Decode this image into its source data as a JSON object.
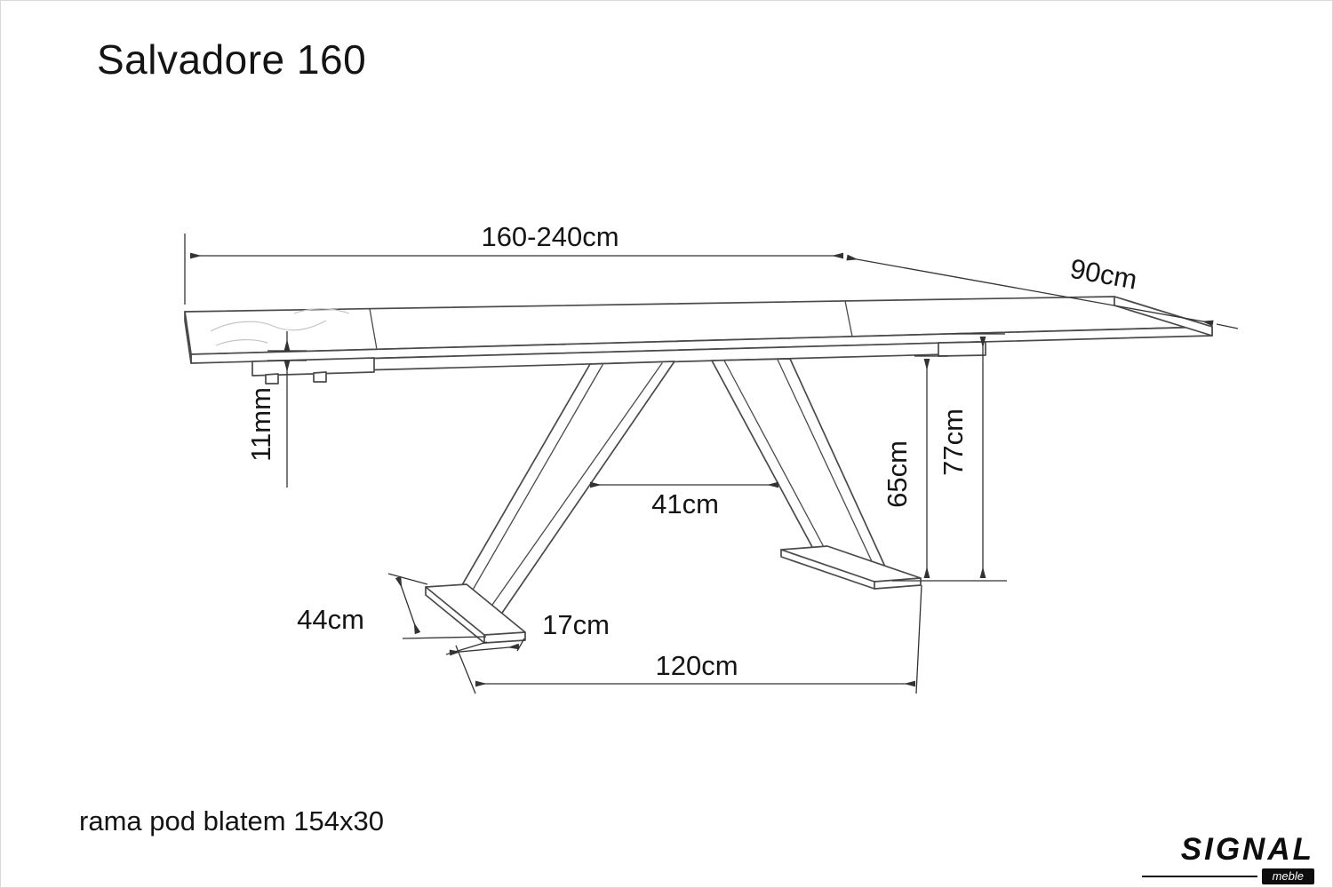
{
  "title": "Salvadore 160",
  "footer": {
    "note": "rama pod blatem 154x30"
  },
  "logo": {
    "brand": "SIGNAL",
    "subtitle": "meble"
  },
  "dimensions": {
    "table_length": "160-240cm",
    "table_depth": "90cm",
    "top_thickness": "11mm",
    "legs_inner_gap": "41cm",
    "clearance_height": "65cm",
    "total_height": "77cm",
    "foot_length": "44cm",
    "foot_width": "17cm",
    "base_span": "120cm"
  },
  "colors": {
    "structure_line": "#4a4a4a",
    "dimension_line": "#333333",
    "text": "#151515",
    "background": "#ffffff"
  }
}
